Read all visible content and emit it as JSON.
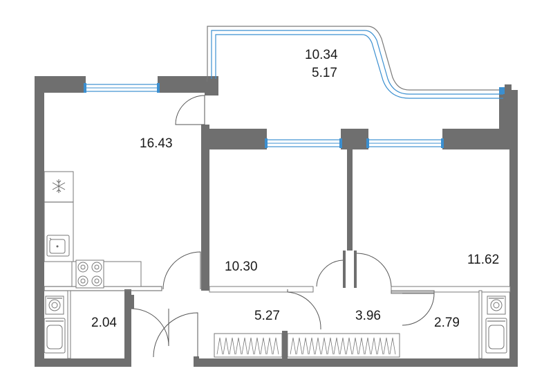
{
  "plan": {
    "rooms": [
      {
        "id": "kitchen-living",
        "area": "16.43"
      },
      {
        "id": "balcony-total",
        "area": "10.34"
      },
      {
        "id": "balcony-reduced",
        "area": "5.17"
      },
      {
        "id": "bedroom-1",
        "area": "10.30"
      },
      {
        "id": "bedroom-2",
        "area": "11.62"
      },
      {
        "id": "bathroom-left",
        "area": "2.04"
      },
      {
        "id": "hallway",
        "area": "5.27"
      },
      {
        "id": "corridor",
        "area": "3.96"
      },
      {
        "id": "bathroom-right",
        "area": "2.79"
      }
    ],
    "colors": {
      "wall": "#6f6f6f",
      "window": "#3b8fd0",
      "background": "#ffffff"
    },
    "icons": [
      "snowflake-icon",
      "sink-icon",
      "stove-icon",
      "washing-machine-icon",
      "toilet-icon",
      "wardrobe-hatch"
    ]
  }
}
